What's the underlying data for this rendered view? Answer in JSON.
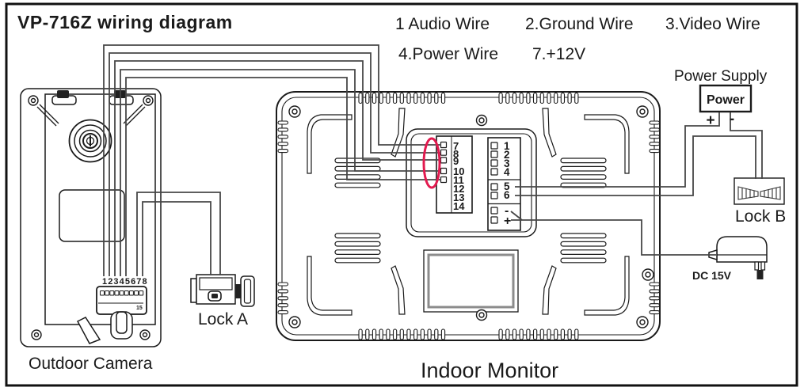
{
  "title": "VP-716Z wiring diagram",
  "legend": {
    "row1": [
      "1 Audio Wire",
      "2.Ground Wire",
      "3.Video Wire"
    ],
    "row2": [
      "4.Power Wire",
      "7.+12V"
    ]
  },
  "power_supply": {
    "label": "Power Supply",
    "box_label": "Power",
    "plus": "+",
    "minus": "-"
  },
  "locks": {
    "lock_a": "Lock A",
    "lock_b": "Lock B"
  },
  "adapter": {
    "label": "DC 15V"
  },
  "outdoor_camera": {
    "caption": "Outdoor Camera",
    "terminal_digits": "12345678",
    "block_mark": "15"
  },
  "indoor_monitor": {
    "caption": "Indoor Monitor",
    "left_terminals": [
      "7",
      "8",
      "9",
      "10",
      "11",
      "12",
      "13",
      "14"
    ],
    "right_terminals_a": [
      "1",
      "2",
      "3",
      "4"
    ],
    "right_terminals_b": [
      "5",
      "6"
    ],
    "right_terminals_c": [
      "-",
      "+"
    ]
  },
  "colors": {
    "highlight_ellipse": "#e21a4f",
    "wire": "#474747",
    "outline": "#1a1a1a"
  }
}
